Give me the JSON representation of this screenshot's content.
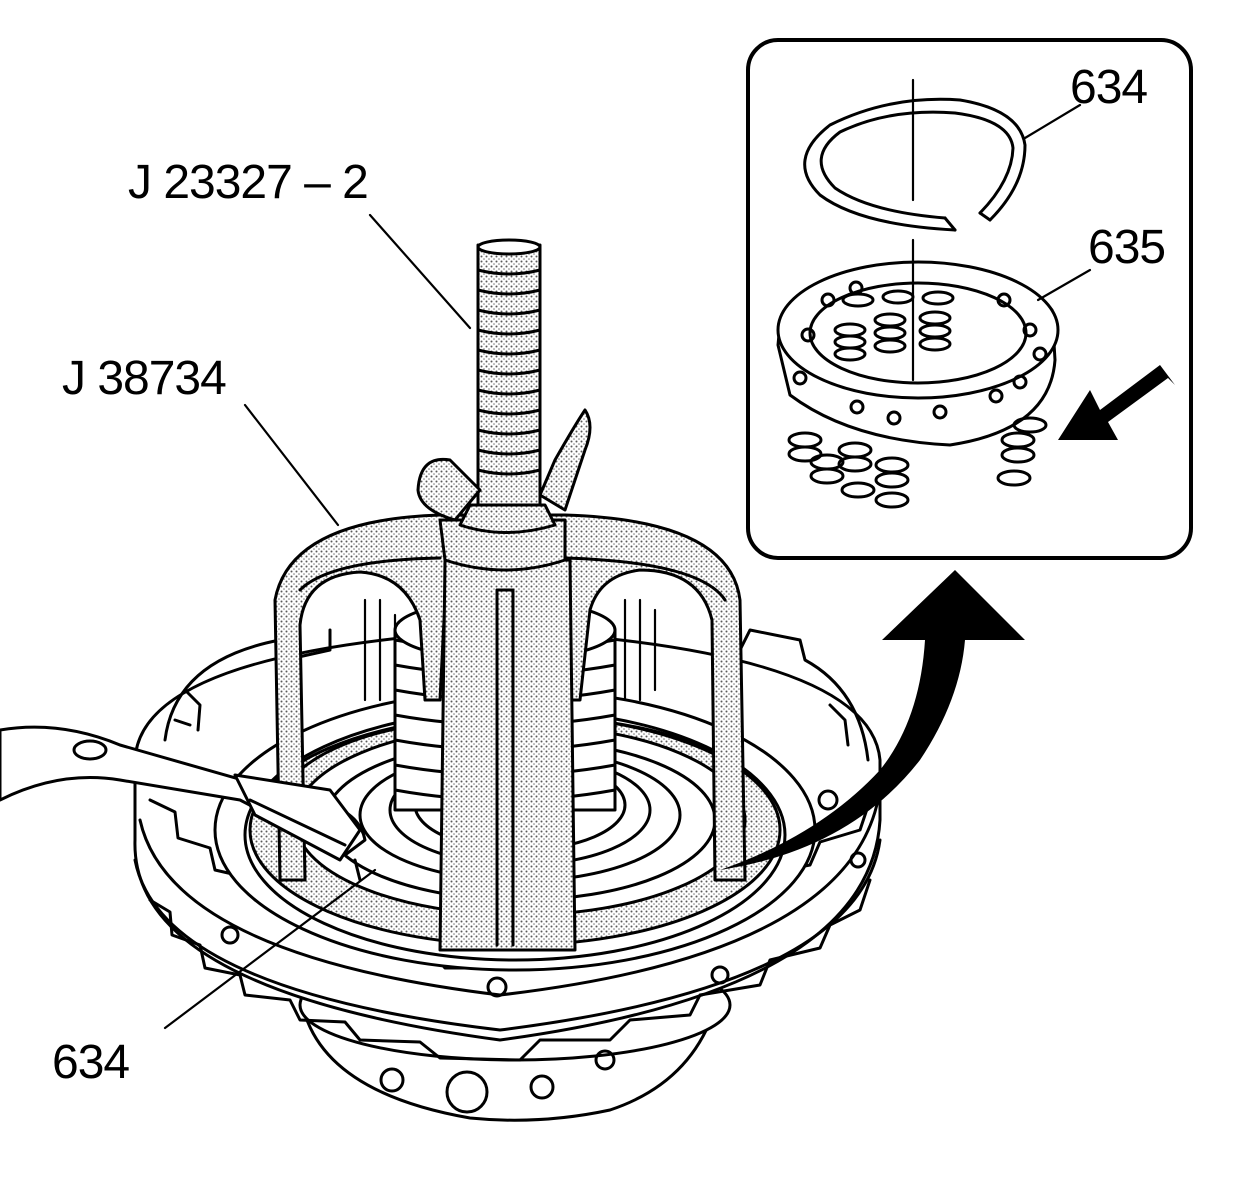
{
  "labels": {
    "tool_compressor": "J 23327 – 2",
    "tool_fixture": "J 38734",
    "snap_ring_main": "634",
    "snap_ring_inset": "634",
    "spring_assembly_inset": "635"
  },
  "colors": {
    "ink": "#000000",
    "paper": "#ffffff",
    "shading": "#a8a8a8"
  }
}
